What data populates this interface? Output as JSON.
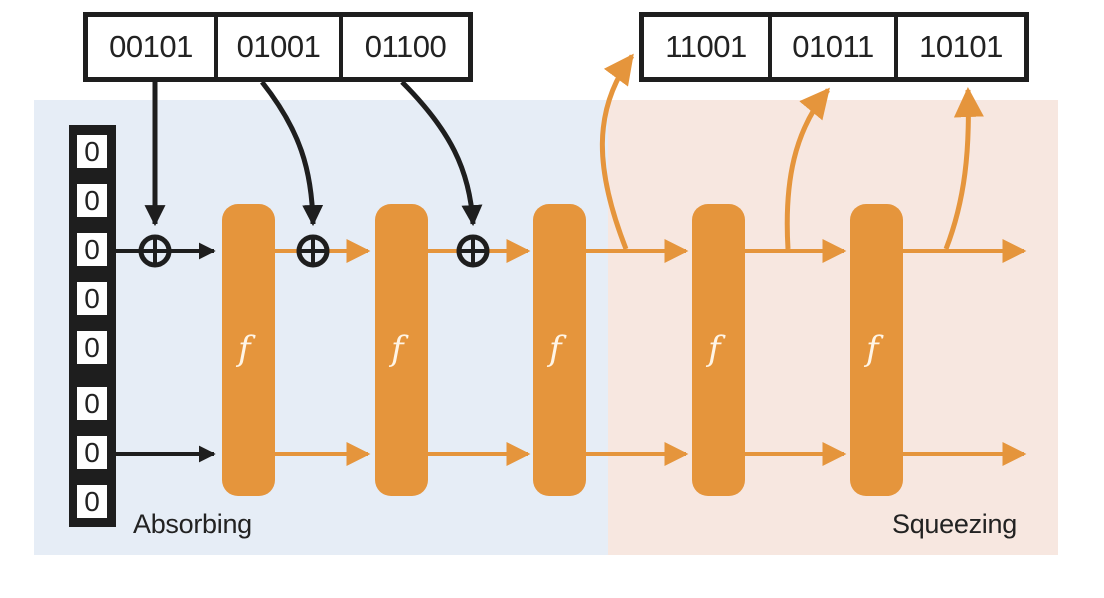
{
  "diagram": {
    "title": "Sponge construction",
    "colors": {
      "absorb_bg": "#e6edf6",
      "squeeze_bg": "#f7e7e0",
      "function_fill": "#e5953c",
      "arrow_orange": "#e5953c",
      "arrow_black": "#1e1e1e"
    },
    "input_blocks": [
      "00101",
      "01001",
      "01100"
    ],
    "output_blocks": [
      "11001",
      "01011",
      "10101"
    ],
    "state_bits": [
      "0",
      "0",
      "0",
      "0",
      "0",
      "0",
      "0",
      "0"
    ],
    "functions": [
      {
        "label": "f",
        "phase": "absorbing"
      },
      {
        "label": "f",
        "phase": "absorbing"
      },
      {
        "label": "f",
        "phase": "absorbing"
      },
      {
        "label": "f",
        "phase": "squeezing"
      },
      {
        "label": "f",
        "phase": "squeezing"
      }
    ],
    "xor_symbol": "⊕",
    "phases": {
      "absorbing": "Absorbing",
      "squeezing": "Squeezing"
    }
  }
}
